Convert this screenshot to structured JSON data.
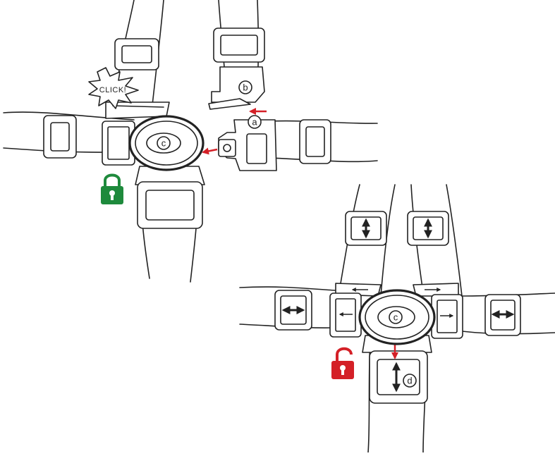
{
  "labels": {
    "a": "a",
    "b": "b",
    "c_top": "c",
    "c_bottom": "c",
    "d": "d",
    "click": "CLICK!"
  },
  "colors": {
    "lock_locked": "#1e8a3c",
    "lock_unlocked": "#d42027",
    "arrow_red": "#d42027",
    "line": "#222222"
  },
  "icons": {
    "locked": "padlock-closed-icon",
    "unlocked": "padlock-open-icon"
  }
}
